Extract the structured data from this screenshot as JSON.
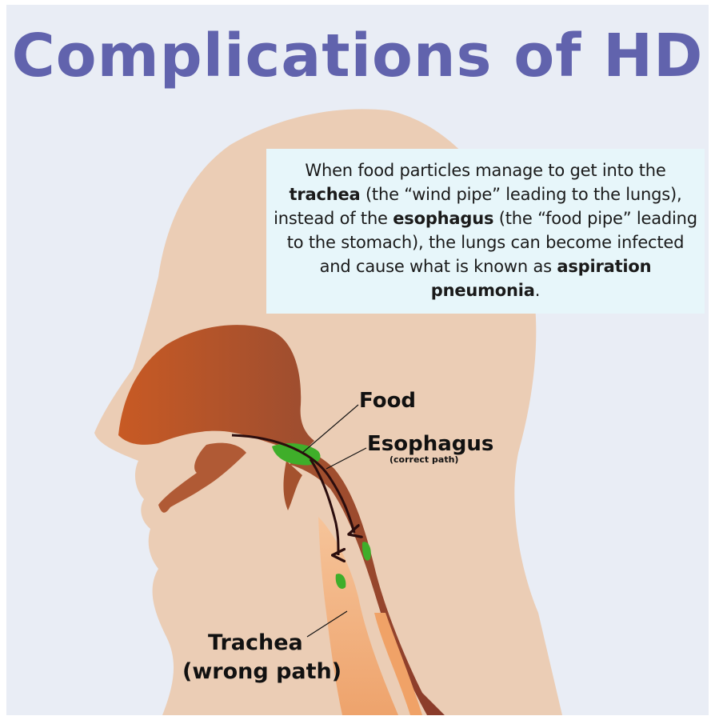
{
  "title": "Complications of HD",
  "callout": {
    "t1": "When food particles manage to get into the ",
    "b1": "trachea",
    "t2": " (the “wind pipe” leading to the lungs), instead of the ",
    "b2": "esophagus",
    "t3": " (the “food pipe” leading to the stomach), the lungs can become infected and cause what is known as ",
    "b3": "aspiration pneumonia",
    "t4": "."
  },
  "labels": {
    "food": "Food",
    "esophagus": "Esophagus",
    "esophagus_note": "(correct path)",
    "trachea": "Trachea",
    "trachea_note": "(wrong path)"
  },
  "colors": {
    "title": "#6163ad",
    "background": "#e9edf5",
    "skin": "#ebcdb5",
    "tract_dark": "#a0502c",
    "tract_light": "#c8612a",
    "trachea": "#f3b585",
    "food": "#3fae2a",
    "arrow": "#2b0d0d",
    "callout_bg": "#e7f6fa"
  }
}
